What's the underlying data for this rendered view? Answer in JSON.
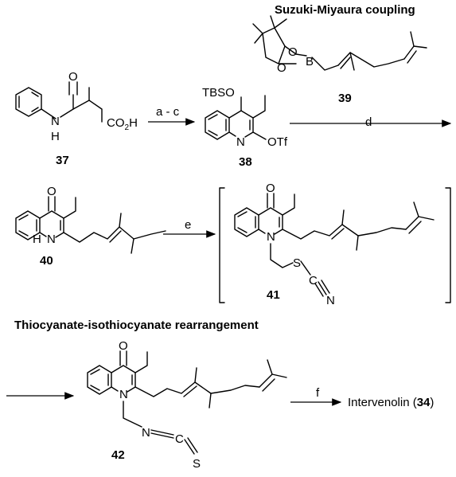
{
  "headings": {
    "suzuki": "Suzuki-Miyaura coupling",
    "rearrangement": "Thiocyanate-isothiocyanate rearrangement"
  },
  "compounds": {
    "c37": "37",
    "c38": "38",
    "c39": "39",
    "c40": "40",
    "c41": "41",
    "c42": "42",
    "product_name": "Intervenolin (",
    "product_num": "34",
    "product_close": ")"
  },
  "conditions": {
    "step1": "a - c",
    "step2": "d",
    "step3": "e",
    "step4": "f"
  },
  "atoms": {
    "O": "O",
    "N": "N",
    "H": "H",
    "NH": "N",
    "B": "B",
    "S": "S",
    "C": "C",
    "CO2H": "CO",
    "two": "2",
    "hydrogen": "H",
    "TBSO": "TBSO",
    "OTf": "OTf"
  }
}
